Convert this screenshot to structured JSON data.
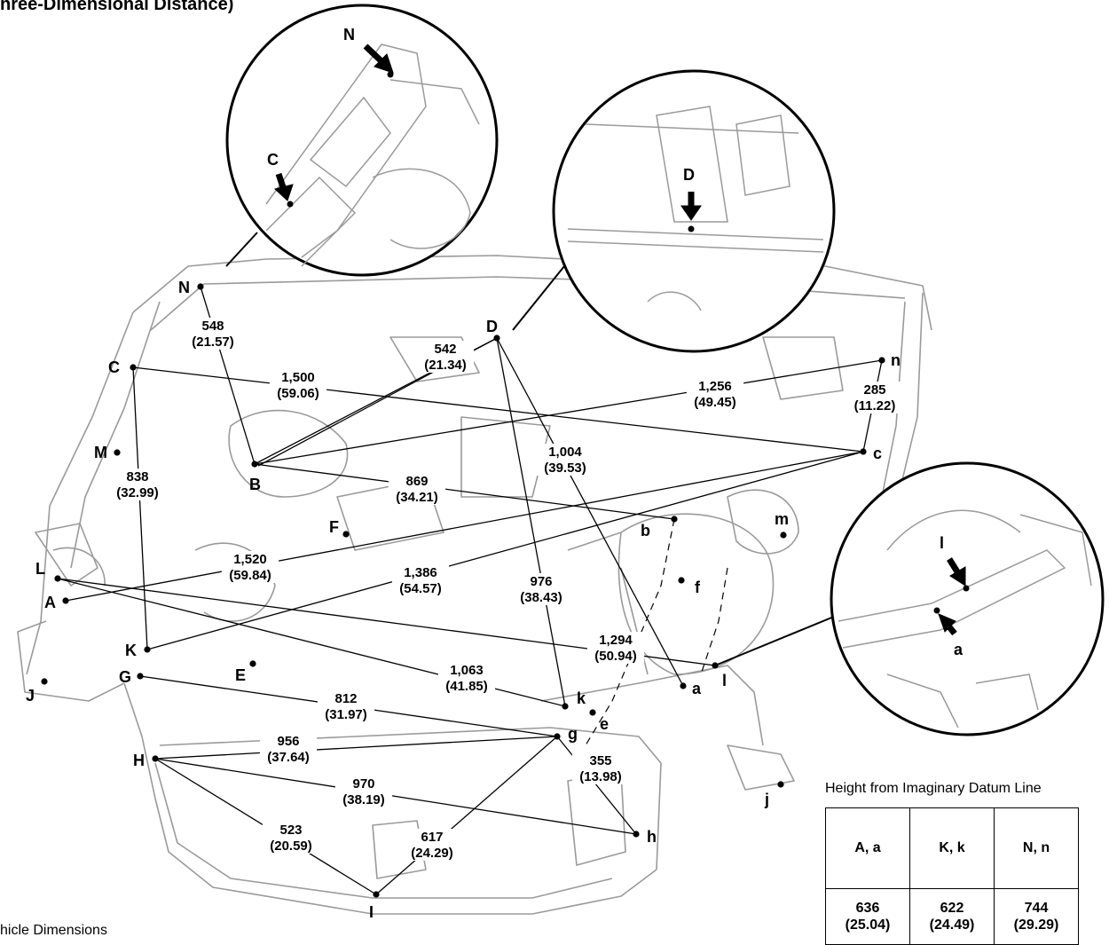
{
  "title": "hree-Dimensional Distance)",
  "caption": "hicle Dimensions",
  "height_table": {
    "title": "Height from Imaginary Datum Line",
    "headers": [
      "A, a",
      "K, k",
      "N, n"
    ],
    "values": [
      [
        "636",
        "(25.04)"
      ],
      [
        "622",
        "(24.49)"
      ],
      [
        "744",
        "(29.29)"
      ]
    ]
  },
  "points": {
    "N": "N",
    "C": "C",
    "D": "D",
    "M": "M",
    "B": "B",
    "F": "F",
    "L": "L",
    "A": "A",
    "K": "K",
    "G": "G",
    "E": "E",
    "J": "J",
    "H": "H",
    "I": "I",
    "n": "n",
    "c": "c",
    "b": "b",
    "m": "m",
    "f": "f",
    "l": "l",
    "a": "a",
    "k": "k",
    "e": "e",
    "g": "g",
    "h": "h",
    "j": "j"
  },
  "detail_labels": {
    "N": "N",
    "C": "C",
    "D": "D",
    "l": "l",
    "a": "a"
  },
  "dimensions": [
    {
      "id": "N-B",
      "mm": "548",
      "in": "(21.57)"
    },
    {
      "id": "D-B",
      "mm": "542",
      "in": "(21.34)"
    },
    {
      "id": "C-c",
      "mm": "1,500",
      "in": "(59.06)"
    },
    {
      "id": "n-B",
      "mm": "1,256",
      "in": "(49.45)"
    },
    {
      "id": "n-c",
      "mm": "285",
      "in": "(11.22)"
    },
    {
      "id": "D-a",
      "mm": "1,004",
      "in": "(39.53)"
    },
    {
      "id": "C-K",
      "mm": "838",
      "in": "(32.99)"
    },
    {
      "id": "B-b",
      "mm": "869",
      "in": "(34.21)"
    },
    {
      "id": "c-A",
      "mm": "1,520",
      "in": "(59.84)"
    },
    {
      "id": "c-K",
      "mm": "1,386",
      "in": "(54.57)"
    },
    {
      "id": "D-k",
      "mm": "976",
      "in": "(38.43)"
    },
    {
      "id": "L-l",
      "mm": "1,294",
      "in": "(50.94)"
    },
    {
      "id": "L-k",
      "mm": "1,063",
      "in": "(41.85)"
    },
    {
      "id": "G-g",
      "mm": "812",
      "in": "(31.97)"
    },
    {
      "id": "H-g",
      "mm": "956",
      "in": "(37.64)"
    },
    {
      "id": "H-h",
      "mm": "970",
      "in": "(38.19)"
    },
    {
      "id": "g-h",
      "mm": "355",
      "in": "(13.98)"
    },
    {
      "id": "H-I",
      "mm": "523",
      "in": "(20.59)"
    },
    {
      "id": "g-I",
      "mm": "617",
      "in": "(24.29)"
    }
  ]
}
